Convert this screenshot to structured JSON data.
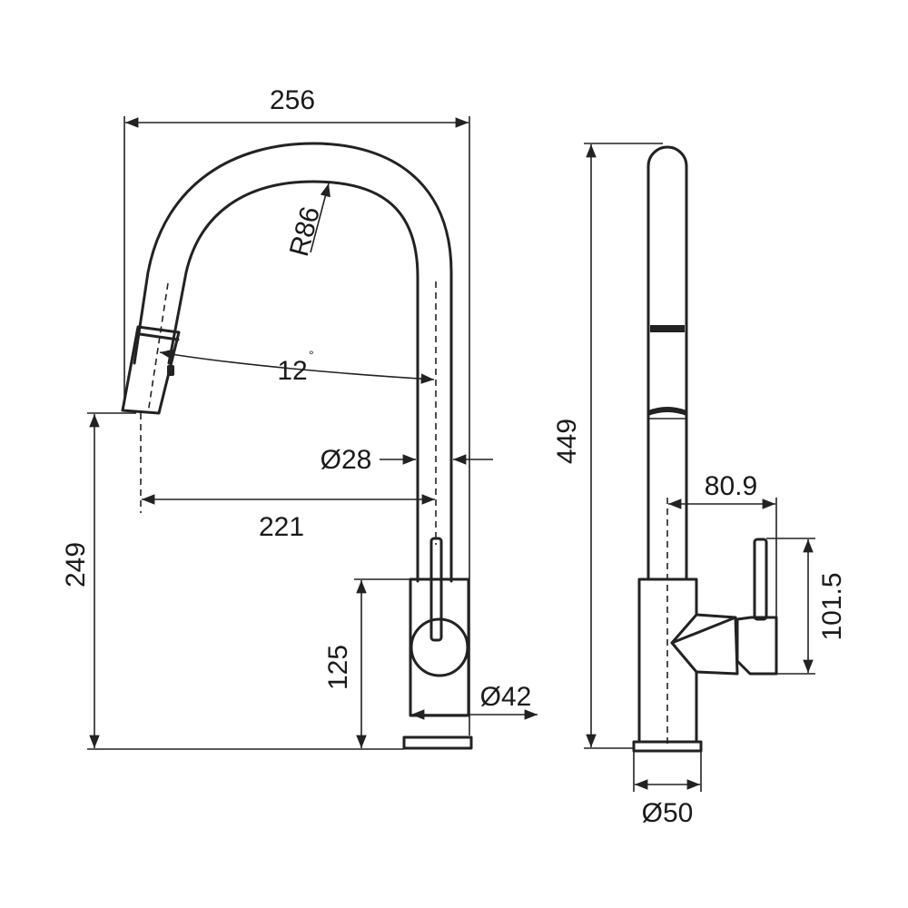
{
  "drawing": {
    "front_view": {
      "overall_width": "256",
      "arc_radius": "R86",
      "angle": "12",
      "angle_unit": "°",
      "pipe_diameter": "Ø28",
      "reach": "221",
      "spout_height": "249",
      "body_height": "125",
      "base_diameter": "Ø42"
    },
    "side_view": {
      "total_height": "449",
      "handle_offset": "80.9",
      "handle_height": "101.5",
      "base_diameter": "Ø50"
    }
  }
}
